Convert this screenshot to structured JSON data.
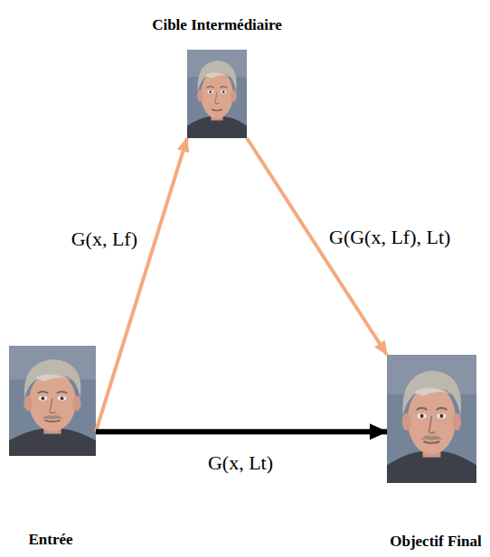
{
  "diagram": {
    "nodes": [
      {
        "text": [
          "Cible Intermédiaire"
        ]
      },
      {
        "text": [
          "Entrée"
        ]
      },
      {
        "text": [
          "Objectif Final"
        ]
      }
    ],
    "edges": [
      {
        "from": 1,
        "to": 0,
        "arrow": "to",
        "label": "G(x, Lf)"
      },
      {
        "from": 0,
        "to": 2,
        "arrow": "to",
        "label": "G(G(x, Lf), Lt)"
      },
      {
        "from": 1,
        "to": 2,
        "arrow": "to",
        "label": "G(x, Lt)"
      }
    ]
  }
}
